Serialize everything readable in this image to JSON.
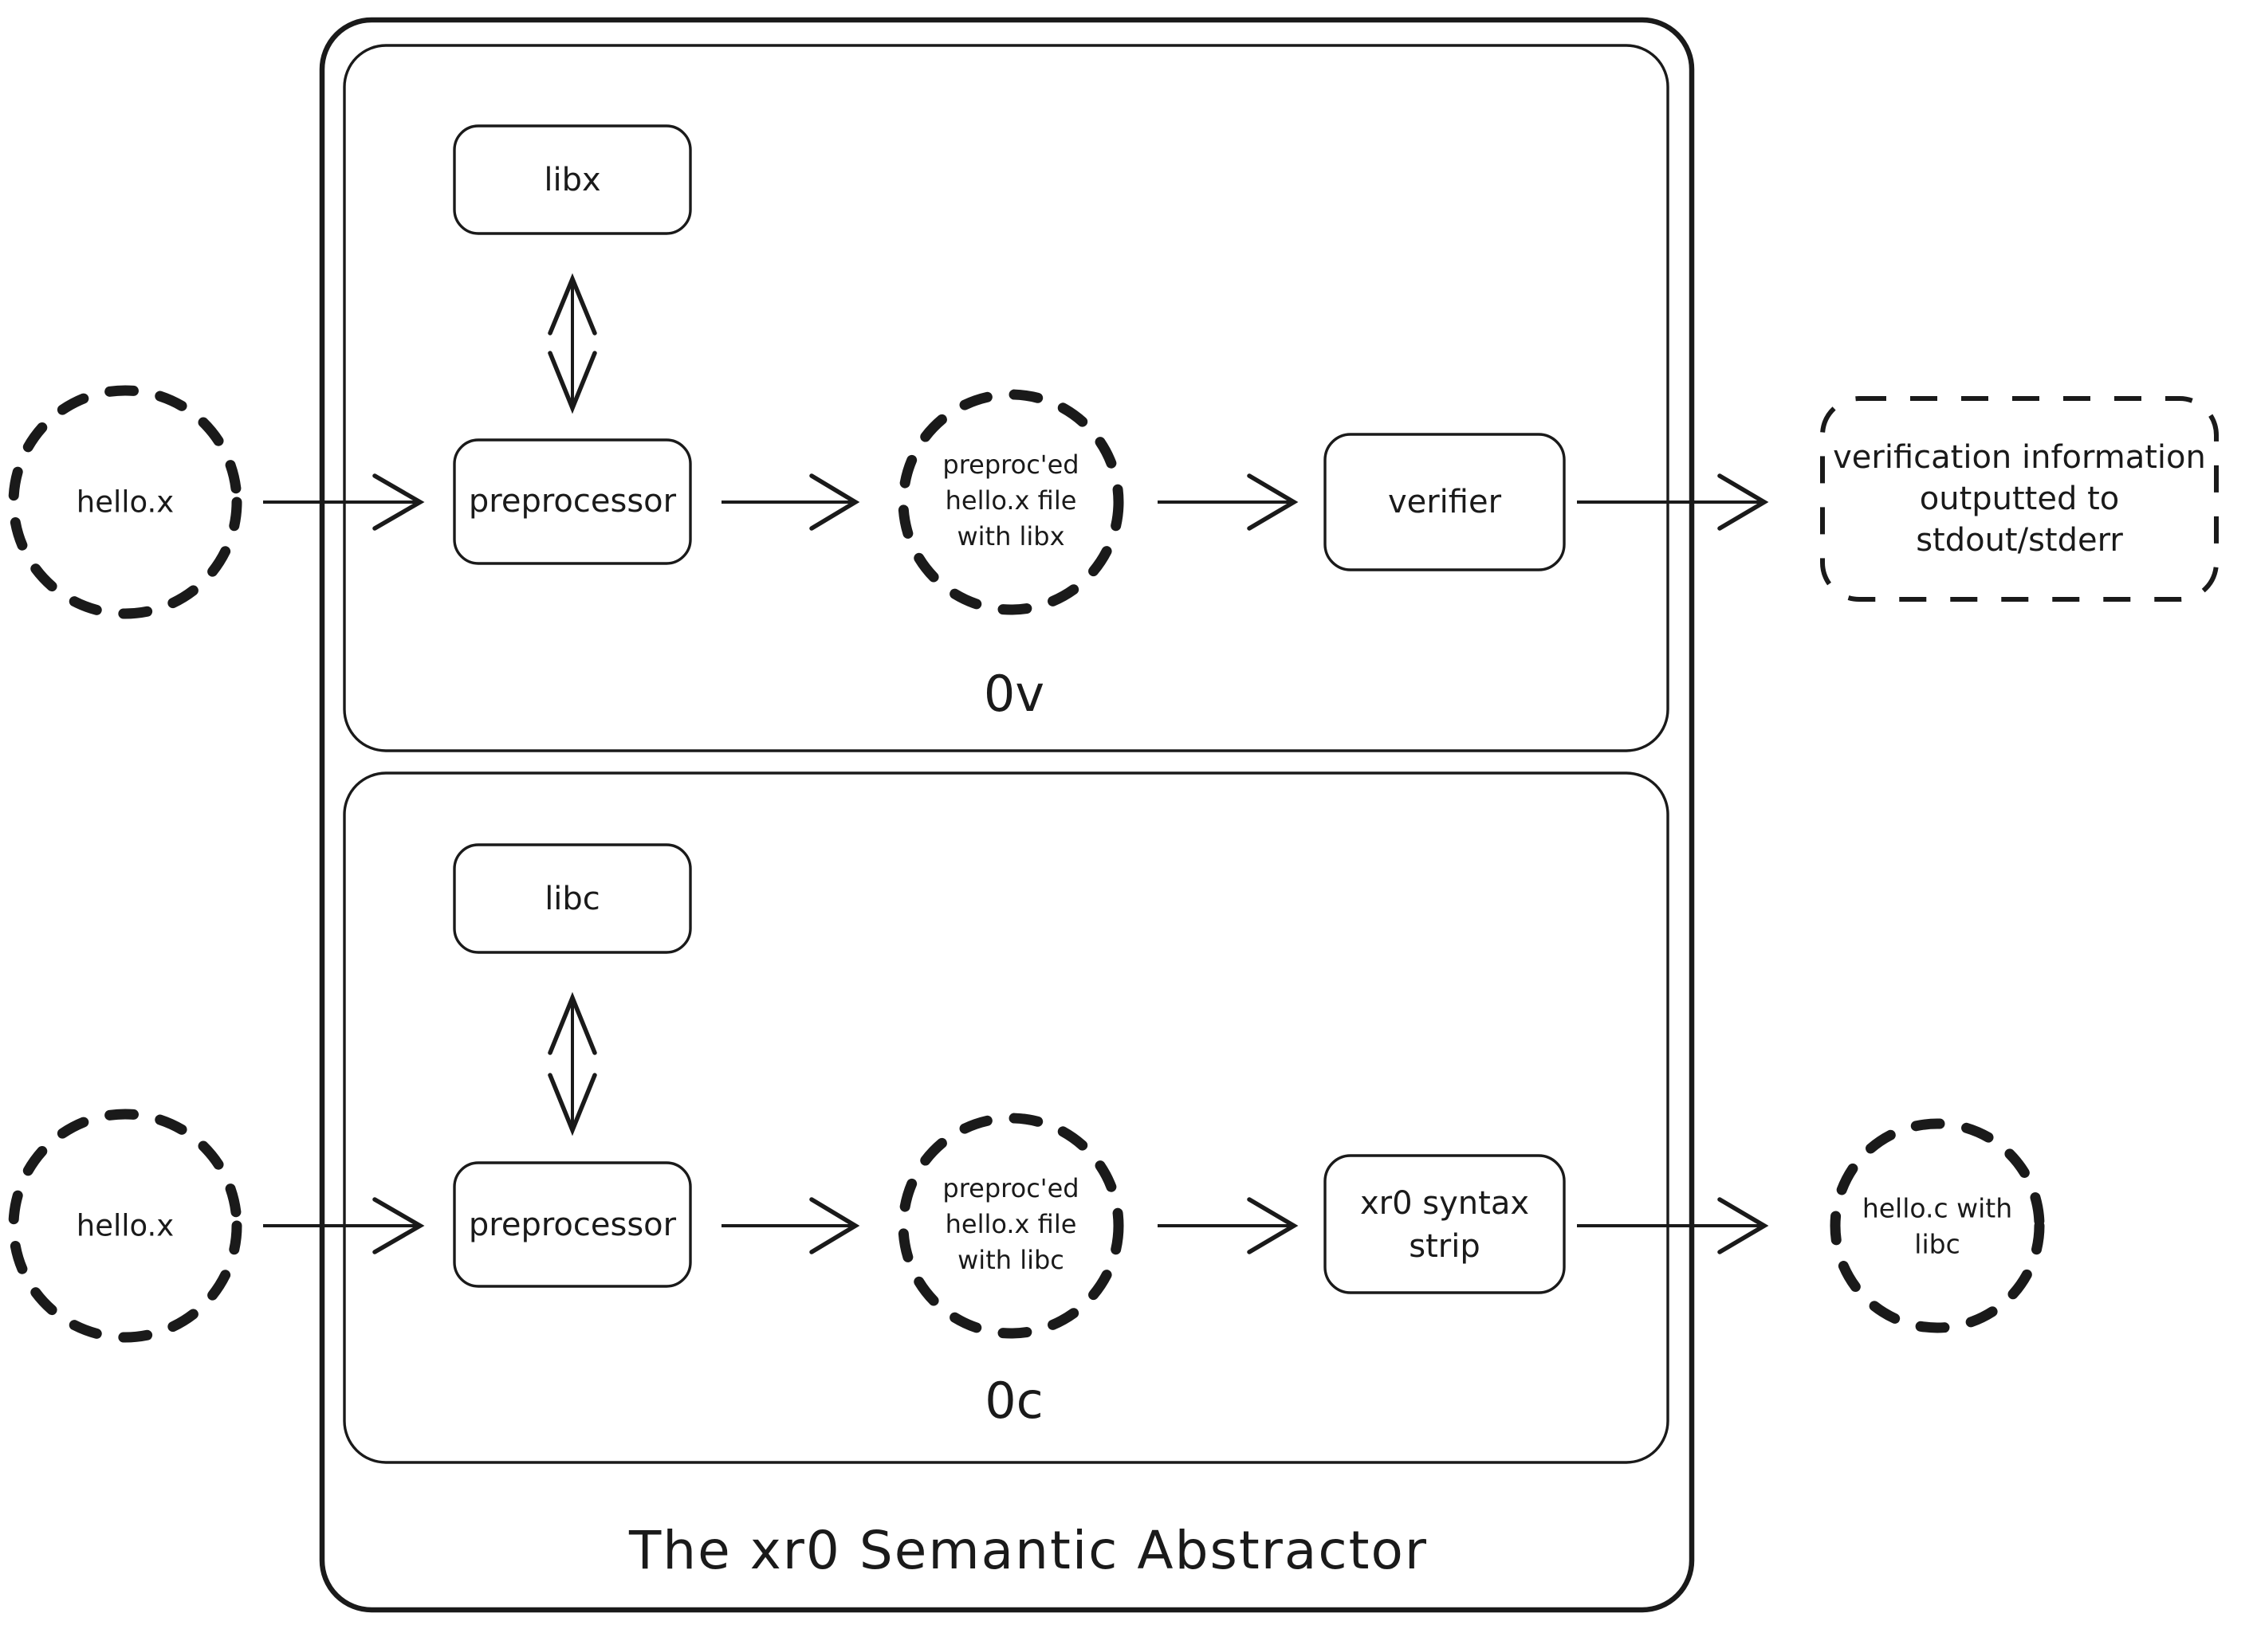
{
  "diagram": {
    "title": "The xr0 Semantic Abstractor",
    "panels": [
      {
        "id": "ov",
        "label": "0v",
        "library_box": "libx",
        "preprocessor_box": "preprocessor",
        "input_node": "hello.x",
        "intermediate_node_lines": [
          "preproc'ed",
          "hello.x file",
          "with libx"
        ],
        "process_box": "verifier",
        "output_lines": [
          "verification information",
          "outputted to",
          "stdout/stderr"
        ]
      },
      {
        "id": "oc",
        "label": "0c",
        "library_box": "libc",
        "preprocessor_box": "preprocessor",
        "input_node": "hello.x",
        "intermediate_node_lines": [
          "preproc'ed",
          "hello.x file",
          "with libc"
        ],
        "process_box_lines": [
          "xr0 syntax",
          "strip"
        ],
        "output_lines": [
          "hello.c with",
          "libc"
        ]
      }
    ],
    "colors": {
      "stroke": "#1a1a1a",
      "background": "#ffffff"
    }
  }
}
